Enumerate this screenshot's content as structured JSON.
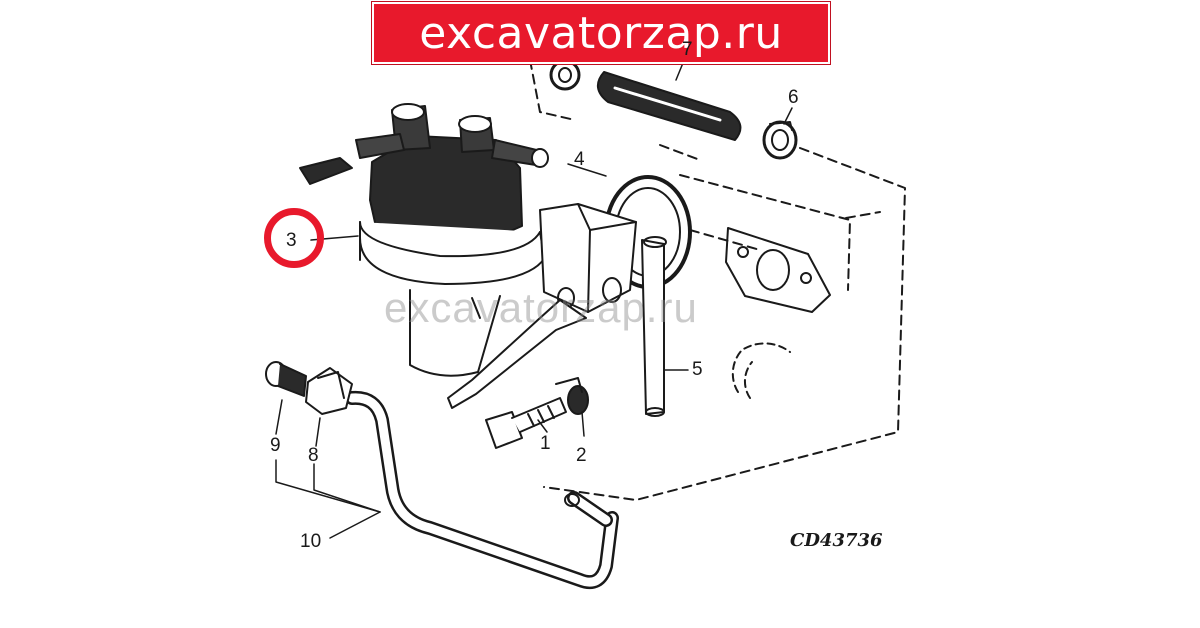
{
  "banner": {
    "text": "excavatorzap.ru",
    "color": "#e8192c"
  },
  "watermark": {
    "text": "excavatorzap.ru"
  },
  "drawing_code": "CD43736",
  "highlight_color": "#e8192c",
  "callouts": {
    "c1": "1",
    "c2": "2",
    "c3": "3",
    "c4": "4",
    "c5": "5",
    "c6": "6",
    "c7": "7",
    "c8": "8",
    "c9": "9",
    "c10": "10"
  }
}
